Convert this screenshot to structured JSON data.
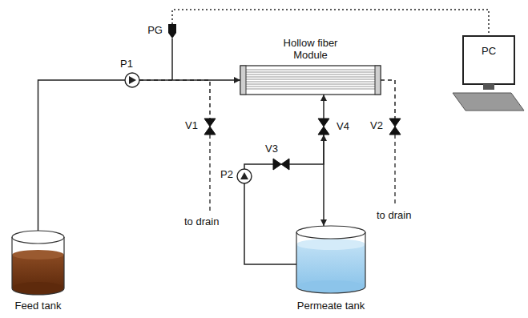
{
  "diagram": {
    "nodes": [
      {
        "text": [
          "PG"
        ]
      },
      {
        "text": [
          "Hollow fiber Module"
        ]
      },
      {
        "text": [
          "PC"
        ]
      },
      {
        "text": [
          "P1"
        ]
      },
      {
        "text": [
          "V1"
        ]
      },
      {
        "text": [
          "V4"
        ]
      },
      {
        "text": [
          "V2"
        ]
      },
      {
        "text": [
          "V3"
        ]
      },
      {
        "text": [
          "P2"
        ]
      },
      {
        "text": [
          "Feed tank"
        ]
      },
      {
        "text": [
          "Permeate tank"
        ]
      }
    ],
    "edges": [
      {
        "from": 9,
        "to": 3,
        "arrow": "none"
      },
      {
        "from": 3,
        "to": 1,
        "arrow": "to"
      },
      {
        "from": 0,
        "to": 2,
        "arrow": "none"
      },
      {
        "from": 3,
        "to": 4,
        "arrow": "none"
      },
      {
        "from": 1,
        "to": 6,
        "arrow": "none"
      },
      {
        "from": 5,
        "to": 1,
        "arrow": "to"
      },
      {
        "from": 7,
        "to": 5,
        "arrow": "to"
      },
      {
        "from": 5,
        "to": 10,
        "arrow": "to"
      },
      {
        "from": 8,
        "to": 7,
        "arrow": "none"
      },
      {
        "from": 10,
        "to": 8,
        "arrow": "none"
      }
    ],
    "labels": [
      "to drain",
      "to drain"
    ]
  }
}
